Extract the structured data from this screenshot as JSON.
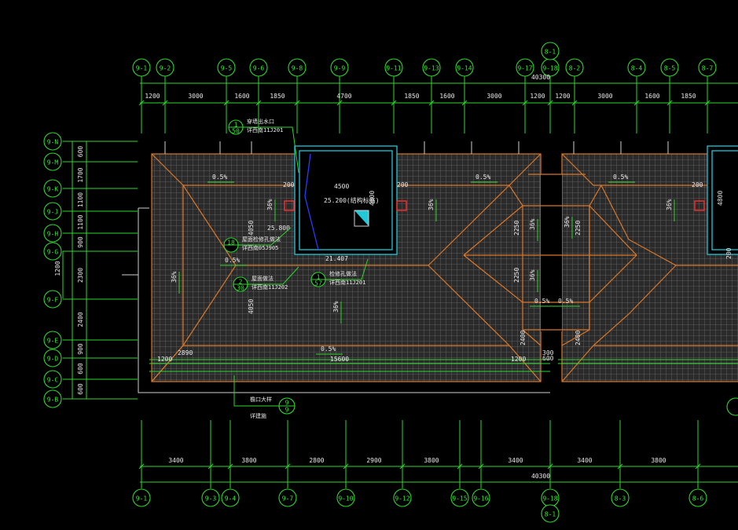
{
  "drawing": {
    "top_axes": [
      "9-1",
      "9-2",
      "9-5",
      "9-6",
      "9-8",
      "9-9",
      "9-11",
      "9-13",
      "9-14",
      "9-17",
      "9-18",
      "8-2",
      "8-4",
      "8-5",
      "8-7"
    ],
    "top_extra_axis": "8-1",
    "top_total": "40300",
    "top_dims": [
      "1200",
      "3000",
      "1600",
      "1850",
      "4700",
      "1850",
      "1600",
      "3000",
      "1200",
      "1200",
      "3000",
      "1600",
      "1850"
    ],
    "left_axes": [
      "9-N",
      "9-M",
      "9-K",
      "9-J",
      "9-H",
      "9-G",
      "9-F",
      "9-E",
      "9-D",
      "9-C",
      "9-B"
    ],
    "left_dims": [
      "600",
      "1700",
      "1100",
      "1100",
      "900",
      "2300",
      "2400",
      "900",
      "600",
      "600"
    ],
    "left_extra_dim": "1200",
    "bottom_axes": [
      "9-1",
      "9-3",
      "9-4",
      "9-7",
      "9-10",
      "9-12",
      "9-15",
      "9-16",
      "9-18",
      "8-3",
      "8-6"
    ],
    "bottom_extra_axis": "8-1",
    "bottom_dims": [
      "3400",
      "3800",
      "2800",
      "2900",
      "3800",
      "3400",
      "3400",
      "3800"
    ],
    "bottom_total": "40300",
    "interior_dims": {
      "d4500": "4500",
      "d4800a": "4800",
      "d4800b": "4800",
      "d200a": "200",
      "d200b": "200",
      "d200c": "200",
      "d200d": "200",
      "d15600": "15600",
      "d1200a": "1200",
      "d1200b": "1200",
      "d2250a": "2250",
      "d2250b": "2250",
      "d2250c": "2250",
      "d2400a": "2400",
      "d2400b": "2400",
      "d300": "300",
      "d600": "600",
      "d4050a": "4050",
      "d4050b": "4050",
      "d2890": "2890"
    },
    "slopes": [
      "0.5%",
      "0.5%",
      "0.5%",
      "0.5%",
      "0.5%",
      "0.5%",
      "0.5%",
      "36%",
      "36%",
      "36%",
      "36%",
      "36%",
      "36%",
      "36%",
      "36%"
    ],
    "elevations": [
      "25.200(结构标高)",
      "25.800",
      "21.407"
    ],
    "callouts": [
      {
        "num": "1",
        "sheet": "50",
        "title": "穿墙出水口",
        "ref": "详西南11J201"
      },
      {
        "num": "18",
        "sheet": "",
        "title": "屋面检修孔做法",
        "ref": "详西南05J905"
      },
      {
        "num": "2",
        "sheet": "30",
        "title": "屋面做法",
        "ref": "详西南11J202"
      },
      {
        "num": "1",
        "sheet": "57",
        "title": "检修孔做法",
        "ref": "详西南11J201"
      },
      {
        "num": "9",
        "sheet": "9",
        "title": "檐口大样",
        "ref": "详建施"
      }
    ]
  }
}
